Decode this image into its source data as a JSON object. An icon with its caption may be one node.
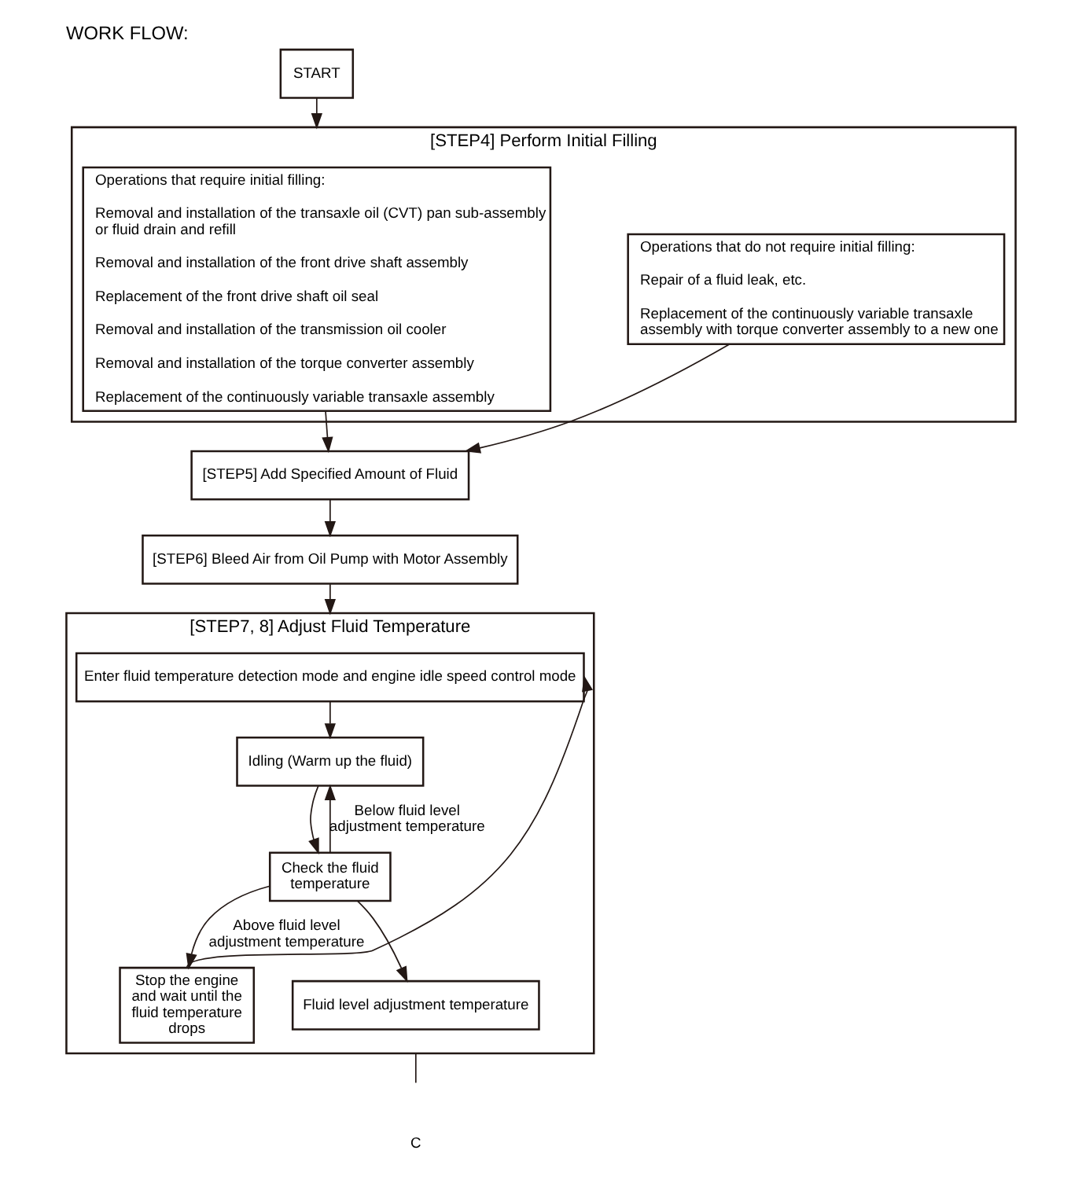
{
  "diagram": {
    "title": "WORK FLOW:",
    "nodes": [
      {
        "text": [
          "START"
        ]
      },
      {
        "text": [
          "[STEP4] Perform Initial Filling"
        ]
      },
      {
        "text": [
          "Operations that require initial filling:",
          "Removal and installation of the transaxle oil (CVT) pan sub-assembly or fluid drain and refill",
          "Removal and installation of the front drive shaft assembly",
          "Replacement of the front drive shaft oil seal",
          "Removal and installation of the transmission oil cooler",
          "Removal and installation of the torque converter assembly",
          "Replacement of the continuously variable transaxle assembly"
        ],
        "in": 1
      },
      {
        "text": [
          "Operations that do not require initial filling:",
          "Repair of a fluid leak, etc.",
          "Replacement of the continuously variable transaxle assembly with torque converter assembly to a new one"
        ],
        "in": 1
      },
      {
        "text": [
          "[STEP5] Add Specified Amount of Fluid"
        ]
      },
      {
        "text": [
          "[STEP6] Bleed Air from Oil Pump with Motor Assembly"
        ]
      },
      {
        "text": [
          "[STEP7, 8] Adjust Fluid Temperature"
        ]
      },
      {
        "text": [
          "Enter fluid temperature detection mode and engine idle speed control mode"
        ],
        "in": 6
      },
      {
        "text": [
          "Idling (Warm up the fluid)"
        ],
        "in": 6
      },
      {
        "text": [
          "Check the fluid temperature"
        ],
        "in": 6
      },
      {
        "text": [
          "Stop the engine and wait until the fluid temperature drops"
        ],
        "in": 6
      },
      {
        "text": [
          "Fluid level adjustment temperature"
        ],
        "in": 6
      }
    ],
    "edges": [
      {
        "from": 0,
        "to": 1,
        "arrow": "to"
      },
      {
        "from": 2,
        "to": 4,
        "arrow": "to"
      },
      {
        "from": 3,
        "to": 4,
        "arrow": "to"
      },
      {
        "from": 4,
        "to": 5,
        "arrow": "to"
      },
      {
        "from": 5,
        "to": 6,
        "arrow": "to"
      },
      {
        "from": 7,
        "to": 8,
        "arrow": "to"
      },
      {
        "from": 8,
        "to": 9,
        "arrow": "to"
      },
      {
        "from": 9,
        "to": 8,
        "arrow": "to",
        "label": "Below fluid level adjustment temperature"
      },
      {
        "from": 9,
        "to": 10,
        "arrow": "to",
        "label": "Above fluid level adjustment temperature"
      },
      {
        "from": 10,
        "to": 7,
        "arrow": "to"
      },
      {
        "from": 9,
        "to": 11,
        "arrow": "to"
      },
      {
        "from": 6,
        "to": null,
        "arrow": "none"
      }
    ],
    "labels": [
      "C"
    ]
  }
}
